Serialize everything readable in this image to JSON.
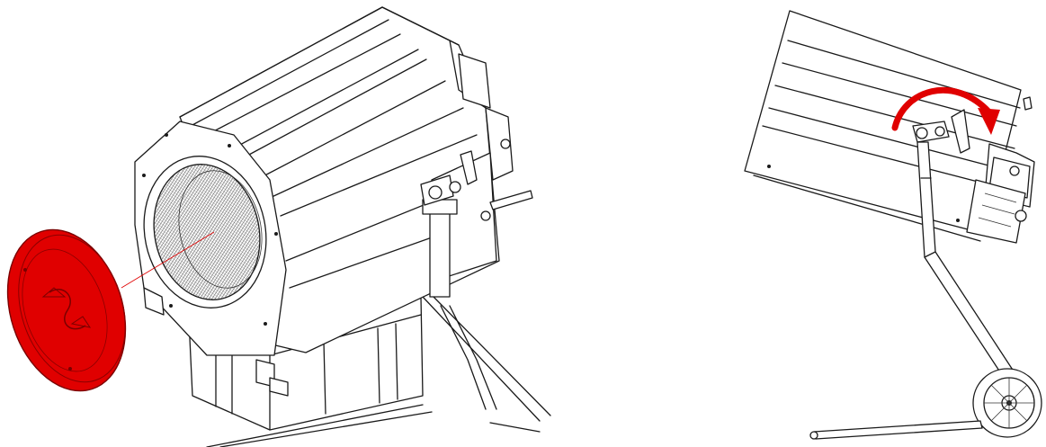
{
  "colors": {
    "accent": "#e00000",
    "line": "#1a1a1a",
    "background": "#ffffff"
  },
  "figures": [
    {
      "name": "lamp-with-removed-front-cover",
      "highlight": "front-cover"
    },
    {
      "name": "lamp-tilt-rotation",
      "highlight": "rotation-arrow"
    }
  ]
}
